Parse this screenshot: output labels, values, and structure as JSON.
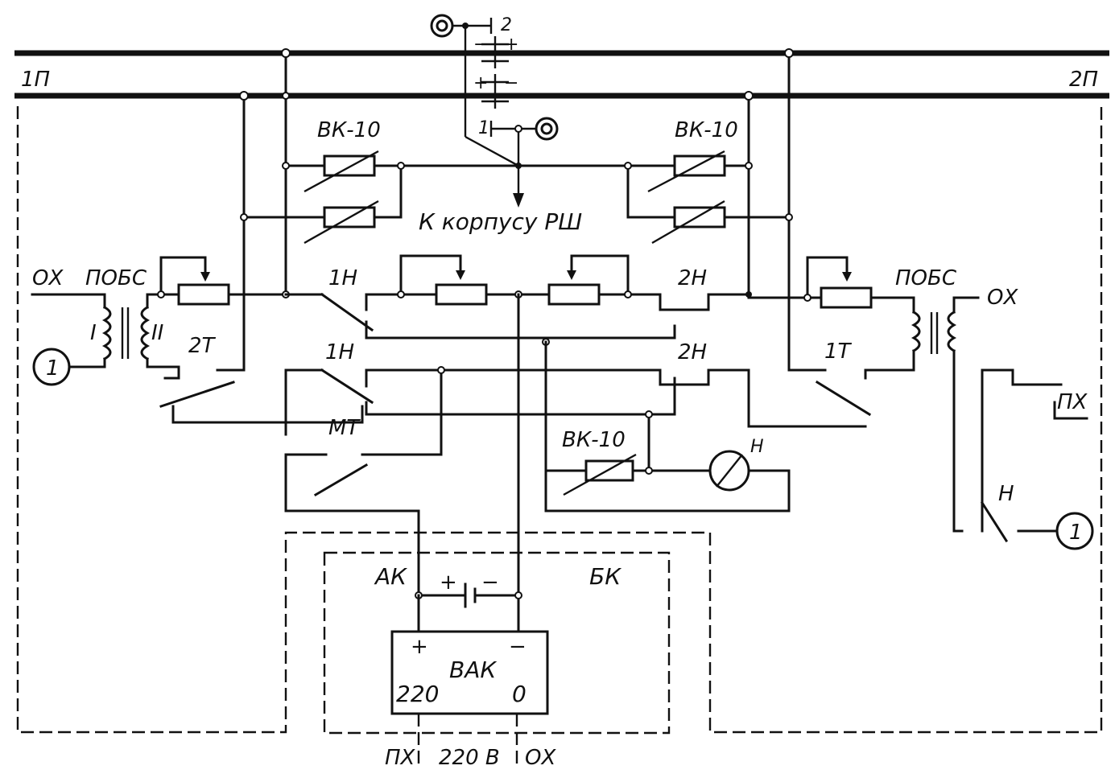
{
  "labels": {
    "bus_left": "1П",
    "bus_right": "2П",
    "ground_node_2": "2",
    "ground_node_1": "1",
    "bk10_top_left": "ВК-10",
    "bk10_top_right": "ВК-10",
    "bk10_bottom": "ВК-10",
    "chassis_note": "К корпусу РШ",
    "ox_left": "ОХ",
    "pobs_left": "ПОБС",
    "pobs_right": "ПОБС",
    "ox_right": "ОХ",
    "winding_I": "I",
    "winding_II": "II",
    "relay_2T": "2Т",
    "relay_1T": "1Т",
    "contact_1H_top": "1Н",
    "contact_1H_mid": "1Н",
    "contact_2H_top": "2Н",
    "contact_2H_mid": "2Н",
    "contact_MT": "МТ",
    "lamp_H": "Н",
    "contact_H": "Н",
    "px_right": "ПХ",
    "source_left": "1",
    "source_right": "1",
    "box_AK": "АК",
    "box_BK": "БК",
    "bat_plus": "+",
    "bat_minus": "−",
    "vak_name": "ВАК",
    "vak_plus": "+",
    "vak_minus": "−",
    "vak_220": "220",
    "vak_0": "0",
    "feed_px": "ПХ",
    "feed_220": "220 В",
    "feed_ox": "ОХ",
    "arrester_top_minus": "−",
    "arrester_top_plus": "+",
    "arrester_bot_plus": "+",
    "arrester_bot_minus": "−"
  }
}
